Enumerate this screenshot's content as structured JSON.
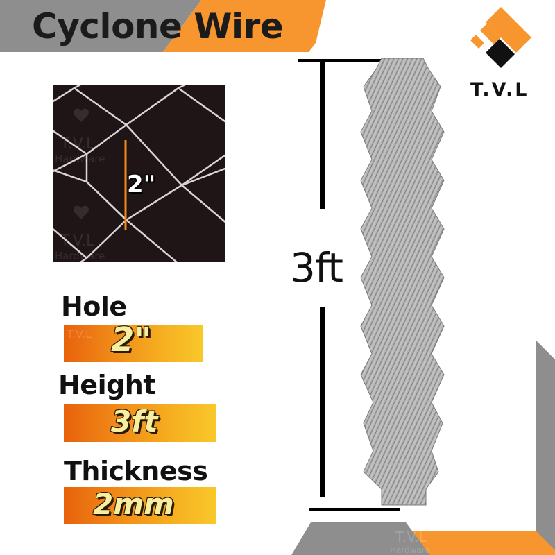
{
  "header": {
    "title": "Cyclone Wire"
  },
  "brand": {
    "logo_text": "T.V.L",
    "watermark_line1": "T.V.L",
    "watermark_line2": "Hardware"
  },
  "mesh_photo": {
    "hole_label": "2\""
  },
  "specs": [
    {
      "label": "Hole",
      "value": "2\""
    },
    {
      "label": "Height",
      "value": "3ft"
    },
    {
      "label": "Thickness",
      "value": "2mm"
    }
  ],
  "dimension": {
    "label": "3ft"
  },
  "colors": {
    "orange": "#f7962f",
    "gray": "#8e8e8e",
    "dark": "#1b1b1b",
    "mesh_bg": "#1f1516"
  }
}
